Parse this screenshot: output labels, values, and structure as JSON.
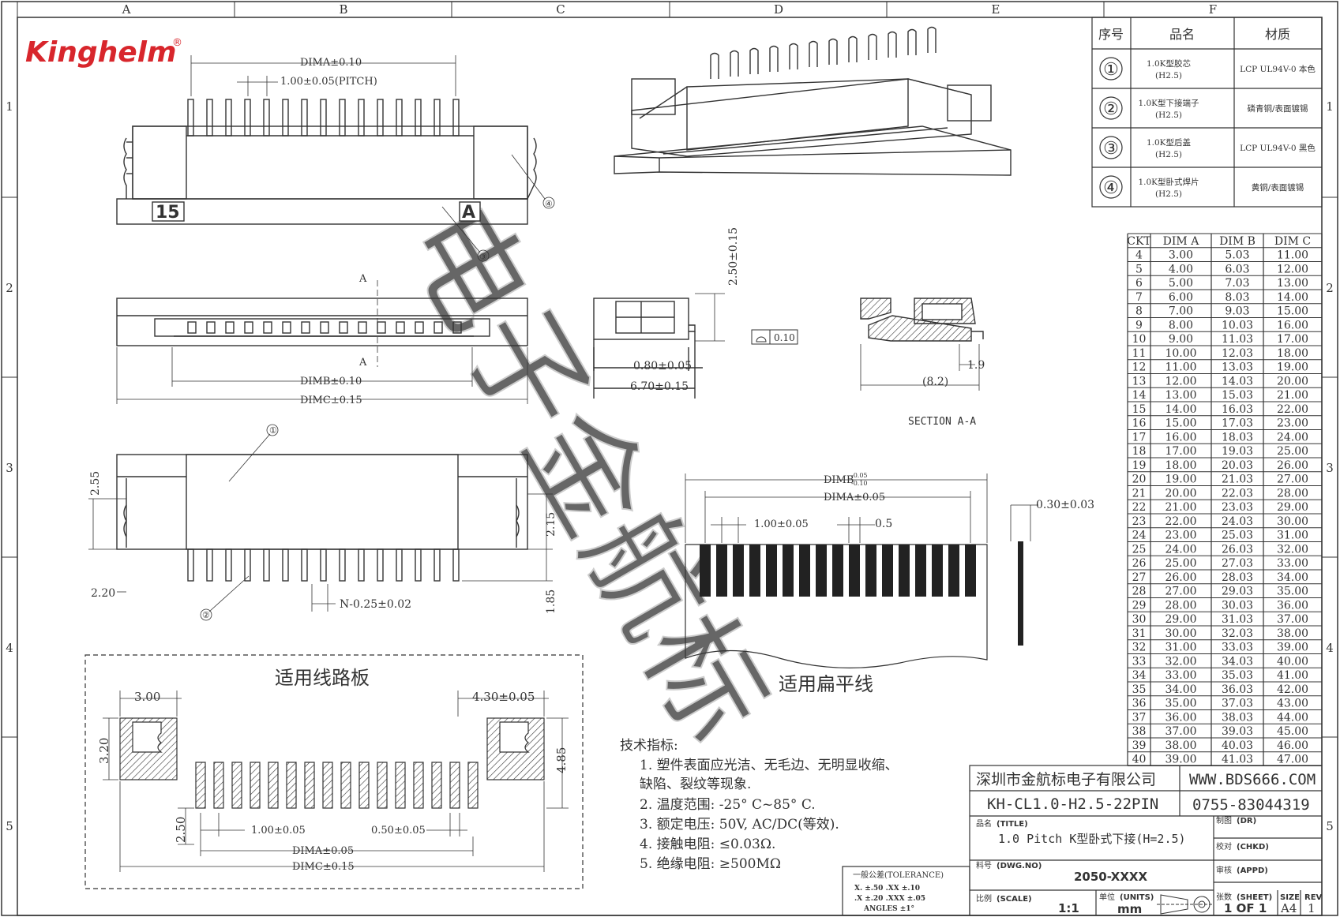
{
  "frame": {
    "col_labels": [
      "A",
      "B",
      "C",
      "D",
      "E",
      "F"
    ],
    "row_labels": [
      "1",
      "2",
      "3",
      "4",
      "5"
    ]
  },
  "logo": {
    "text": "Kinghelm",
    "reg": "®",
    "color": "#d8262c"
  },
  "front_view": {
    "dim_a": "DIMA±0.10",
    "pitch": "1.00±0.05(PITCH)",
    "pos_15": "15",
    "pos_a": "A",
    "callout_4": "④",
    "callout_3": "③"
  },
  "side_view": {
    "section_a_top": "A",
    "section_a_bottom": "A",
    "dim_b": "DIMB±0.10",
    "dim_c": "DIMC±0.15"
  },
  "bottom_view": {
    "callout_1": "①",
    "callout_2": "②",
    "h_255": "2.55",
    "h_215": "2.15",
    "h_220": "2.20",
    "h_185": "1.85",
    "pin_width": "N-0.25±0.02"
  },
  "end_view": {
    "height": "2.50±0.15",
    "tail": "0.80±0.05",
    "depth": "6.70±0.15",
    "flatness": "0.10"
  },
  "section": {
    "dim_19": "1.9",
    "dim_82": "(8.2)",
    "title": "SECTION A-A"
  },
  "fpc": {
    "dim_b": "DIMB",
    "dim_b_tol_up": "-0.05",
    "dim_b_tol_dn": "-0.10",
    "dim_a": "DIMA±0.05",
    "pitch": "1.00±0.05",
    "width": "0.5",
    "thickness": "0.30±0.03",
    "title": "适用扁平线"
  },
  "pcb": {
    "title": "适用线路板",
    "w300": "3.00",
    "w430": "4.30±0.05",
    "h320": "3.20",
    "h485": "4.85",
    "h250": "2.50",
    "pitch": "1.00±0.05",
    "pad": "0.50±0.05",
    "dim_a": "DIMA±0.05",
    "dim_c": "DIMC±0.15"
  },
  "bom": {
    "headers": [
      "序号",
      "品名",
      "材质"
    ],
    "rows": [
      {
        "no": "①",
        "name": "1.0K型胶芯",
        "sub": "(H2.5)",
        "mat": "LCP UL94V-0 本色"
      },
      {
        "no": "②",
        "name": "1.0K型下接端子",
        "sub": "(H2.5)",
        "mat": "磷青铜/表面镀锡"
      },
      {
        "no": "③",
        "name": "1.0K型后盖",
        "sub": "(H2.5)",
        "mat": "LCP UL94V-0 黑色"
      },
      {
        "no": "④",
        "name": "1.0K型卧式焊片",
        "sub": "(H2.5)",
        "mat": "黄铜/表面镀锡"
      }
    ]
  },
  "dim_table": {
    "headers": [
      "CKT",
      "DIM A",
      "DIM B",
      "DIM C"
    ],
    "rows": [
      [
        "4",
        "3.00",
        "5.03",
        "11.00"
      ],
      [
        "5",
        "4.00",
        "6.03",
        "12.00"
      ],
      [
        "6",
        "5.00",
        "7.03",
        "13.00"
      ],
      [
        "7",
        "6.00",
        "8.03",
        "14.00"
      ],
      [
        "8",
        "7.00",
        "9.03",
        "15.00"
      ],
      [
        "9",
        "8.00",
        "10.03",
        "16.00"
      ],
      [
        "10",
        "9.00",
        "11.03",
        "17.00"
      ],
      [
        "11",
        "10.00",
        "12.03",
        "18.00"
      ],
      [
        "12",
        "11.00",
        "13.03",
        "19.00"
      ],
      [
        "13",
        "12.00",
        "14.03",
        "20.00"
      ],
      [
        "14",
        "13.00",
        "15.03",
        "21.00"
      ],
      [
        "15",
        "14.00",
        "16.03",
        "22.00"
      ],
      [
        "16",
        "15.00",
        "17.03",
        "23.00"
      ],
      [
        "17",
        "16.00",
        "18.03",
        "24.00"
      ],
      [
        "18",
        "17.00",
        "19.03",
        "25.00"
      ],
      [
        "19",
        "18.00",
        "20.03",
        "26.00"
      ],
      [
        "20",
        "19.00",
        "21.03",
        "27.00"
      ],
      [
        "21",
        "20.00",
        "22.03",
        "28.00"
      ],
      [
        "22",
        "21.00",
        "23.03",
        "29.00"
      ],
      [
        "23",
        "22.00",
        "24.03",
        "30.00"
      ],
      [
        "24",
        "23.00",
        "25.03",
        "31.00"
      ],
      [
        "25",
        "24.00",
        "26.03",
        "32.00"
      ],
      [
        "26",
        "25.00",
        "27.03",
        "33.00"
      ],
      [
        "27",
        "26.00",
        "28.03",
        "34.00"
      ],
      [
        "28",
        "27.00",
        "29.03",
        "35.00"
      ],
      [
        "29",
        "28.00",
        "30.03",
        "36.00"
      ],
      [
        "30",
        "29.00",
        "31.03",
        "37.00"
      ],
      [
        "31",
        "30.00",
        "32.03",
        "38.00"
      ],
      [
        "32",
        "31.00",
        "33.03",
        "39.00"
      ],
      [
        "33",
        "32.00",
        "34.03",
        "40.00"
      ],
      [
        "34",
        "33.00",
        "35.03",
        "41.00"
      ],
      [
        "35",
        "34.00",
        "36.03",
        "42.00"
      ],
      [
        "36",
        "35.00",
        "37.03",
        "43.00"
      ],
      [
        "37",
        "36.00",
        "38.03",
        "44.00"
      ],
      [
        "38",
        "37.00",
        "39.03",
        "45.00"
      ],
      [
        "39",
        "38.00",
        "40.03",
        "46.00"
      ],
      [
        "40",
        "39.00",
        "41.03",
        "47.00"
      ]
    ]
  },
  "notes": {
    "heading": "技术指标:",
    "items": [
      "1. 塑件表面应光洁、无毛边、无明显收缩、",
      "    缺陷、裂纹等现象.",
      "2. 温度范围: -25° C~85° C.",
      "3. 额定电压: 50V, AC/DC(等效).",
      "4. 接触电阻: ≤0.03Ω.",
      "5. 绝缘电阻: ≥500MΩ"
    ]
  },
  "title_block": {
    "company": "深圳市金航标电子有限公司",
    "website": "WWW.BDS666.COM",
    "part": "KH-CL1.0-H2.5-22PIN",
    "phone": "0755-83044319",
    "title_label": "品名",
    "title_label_en": "(TITLE)",
    "title_value": "1.0 Pitch K型卧式下接(H=2.5)",
    "drawn_label": "制图",
    "drawn_en": "(DR)",
    "checked_label": "校对",
    "checked_en": "(CHKD)",
    "approved_label": "审核",
    "approved_en": "(APPD)",
    "dwg_label": "料号",
    "dwg_en": "(DWG.NO)",
    "dwg_value": "2050-XXXX",
    "scale_label": "比例",
    "scale_en": "(SCALE)",
    "scale_value": "1:1",
    "units_label": "单位",
    "units_en": "(UNITS)",
    "units_value": "mm",
    "sheet_label": "张数",
    "sheet_en": "(SHEET)",
    "sheet_value": "1 OF 1",
    "size_label": "SIZE",
    "size_value": "A4",
    "rev_label": "REV",
    "rev_value": "1"
  },
  "tolerance": {
    "heading": "一般公差(TOLERANCE)",
    "line1": "X. ±.50    .XX ±.10",
    "line2": ".X ±.20   .XXX ±.05",
    "line3": "ANGLES    ±1°"
  },
  "watermark": "电子金航标"
}
